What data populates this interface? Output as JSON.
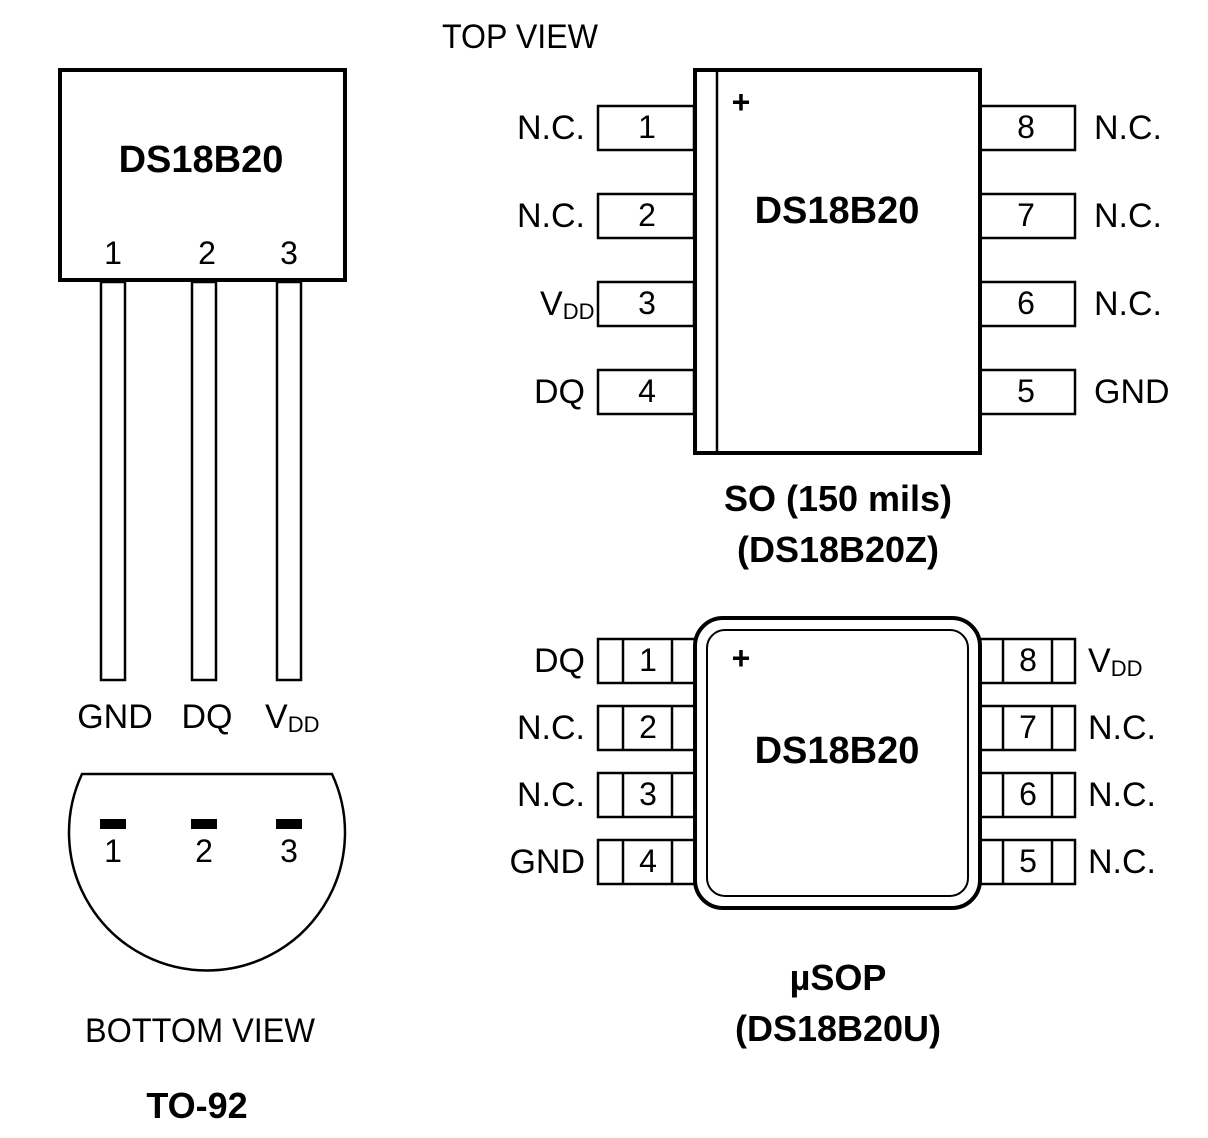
{
  "top_view_label": "TOP VIEW",
  "to92": {
    "chip_name": "DS18B20",
    "pin_numbers": [
      "1",
      "2",
      "3"
    ],
    "pin_labels": [
      {
        "text": "GND",
        "sub": ""
      },
      {
        "text": "DQ",
        "sub": ""
      },
      {
        "text": "V",
        "sub": "DD"
      }
    ],
    "bottom_pin_numbers": [
      "1",
      "2",
      "3"
    ],
    "view_label": "BOTTOM VIEW",
    "package_label": "TO-92"
  },
  "so": {
    "chip_name": "DS18B20",
    "plus_mark": "+",
    "left_pins": [
      {
        "num": "1",
        "label": "N.C.",
        "sub": ""
      },
      {
        "num": "2",
        "label": "N.C.",
        "sub": ""
      },
      {
        "num": "3",
        "label": "V",
        "sub": "DD"
      },
      {
        "num": "4",
        "label": "DQ",
        "sub": ""
      }
    ],
    "right_pins": [
      {
        "num": "8",
        "label": "N.C.",
        "sub": ""
      },
      {
        "num": "7",
        "label": "N.C.",
        "sub": ""
      },
      {
        "num": "6",
        "label": "N.C.",
        "sub": ""
      },
      {
        "num": "5",
        "label": "GND",
        "sub": ""
      }
    ],
    "caption_line1": "SO (150 mils)",
    "caption_line2": "(DS18B20Z)"
  },
  "usop": {
    "chip_name": "DS18B20",
    "plus_mark": "+",
    "left_pins": [
      {
        "num": "1",
        "label": "DQ",
        "sub": ""
      },
      {
        "num": "2",
        "label": "N.C.",
        "sub": ""
      },
      {
        "num": "3",
        "label": "N.C.",
        "sub": ""
      },
      {
        "num": "4",
        "label": "GND",
        "sub": ""
      }
    ],
    "right_pins": [
      {
        "num": "8",
        "label": "V",
        "sub": "DD"
      },
      {
        "num": "7",
        "label": "N.C.",
        "sub": ""
      },
      {
        "num": "6",
        "label": "N.C.",
        "sub": ""
      },
      {
        "num": "5",
        "label": "N.C.",
        "sub": ""
      }
    ],
    "caption_line1": "µSOP",
    "caption_line2": "(DS18B20U)"
  }
}
